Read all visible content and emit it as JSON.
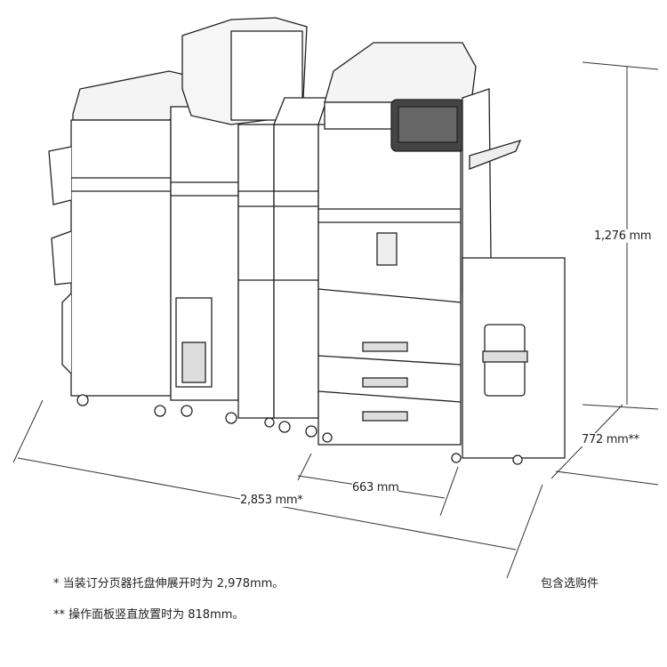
{
  "dimensions": {
    "height": "1,276 mm",
    "depth": "772 mm**",
    "width": "2,853 mm*",
    "main_unit_width": "663 mm"
  },
  "notes": [
    "* 当装订分页器托盘伸展开时为 2,978mm。",
    "** 操作面板竖直放置时为 818mm。"
  ],
  "caption": "包含选购件"
}
